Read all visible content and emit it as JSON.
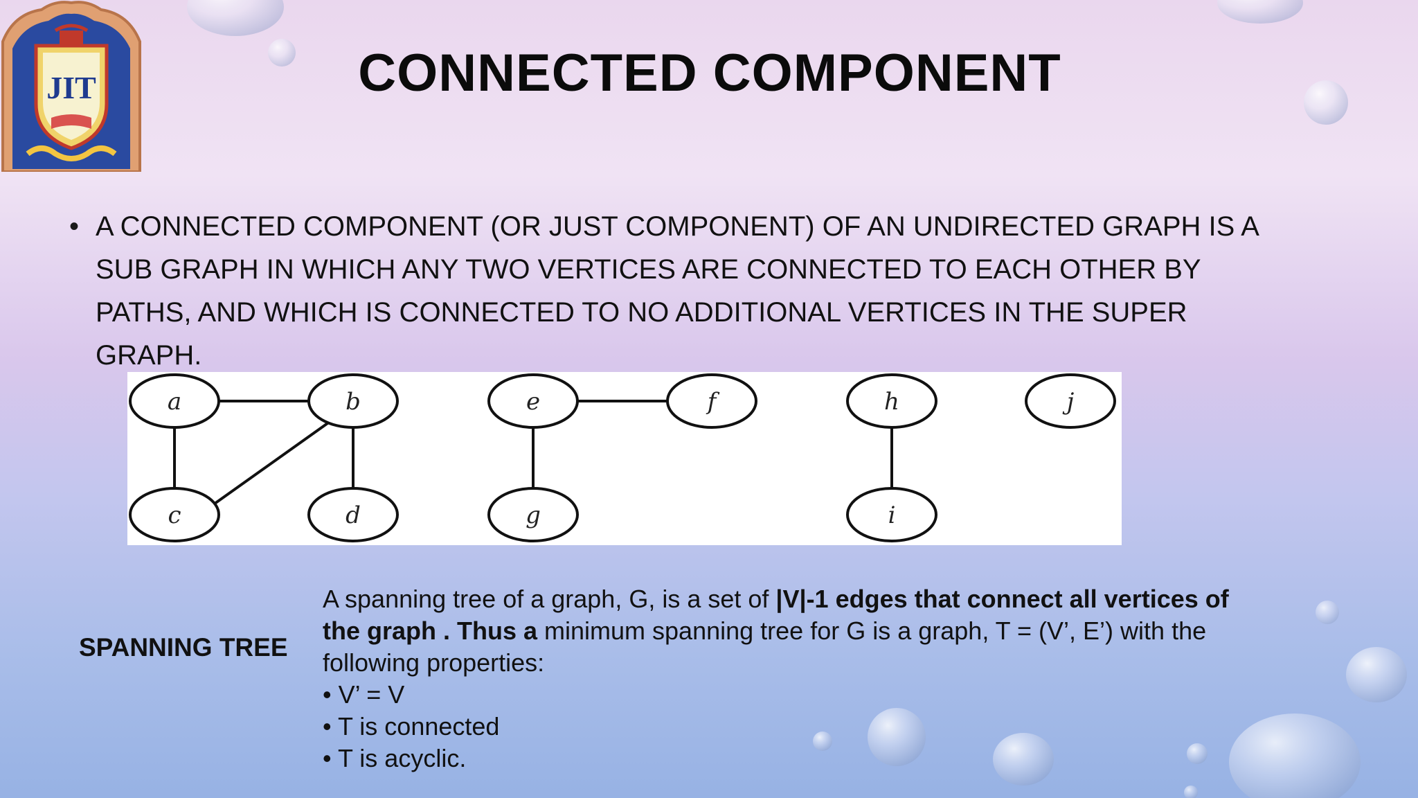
{
  "slide": {
    "title": "CONNECTED COMPONENT",
    "logo_text": "JIT",
    "bullet": {
      "line1": "A CONNECTED COMPONENT (OR JUST COMPONENT) OF AN UNDIRECTED GRAPH IS A",
      "line2": "SUB GRAPH IN WHICH ANY TWO VERTICES ARE CONNECTED TO EACH OTHER BY",
      "line3": "PATHS, AND WHICH IS CONNECTED TO NO ADDITIONAL VERTICES IN THE SUPER",
      "line4": "GRAPH."
    },
    "graph": {
      "nodes": [
        "a",
        "b",
        "c",
        "d",
        "e",
        "f",
        "g",
        "h",
        "i",
        "j"
      ],
      "edges": [
        [
          "a",
          "b"
        ],
        [
          "a",
          "c"
        ],
        [
          "b",
          "c"
        ],
        [
          "b",
          "d"
        ],
        [
          "e",
          "f"
        ],
        [
          "e",
          "g"
        ],
        [
          "h",
          "i"
        ]
      ]
    },
    "spanning_tree": {
      "label": "SPANNING TREE",
      "p1_normal": "A spanning tree of a graph, G, is a set of ",
      "p1_bold": "|V|-1 edges that connect all vertices of",
      "p2_bold": "the graph . Thus a",
      "p2_normal": " minimum spanning tree for G is a graph, T = (V’, E’) with the",
      "p3": "following properties:",
      "items": [
        "• V’ = V",
        "• T is connected",
        "• T is acyclic."
      ]
    }
  },
  "colors": {
    "bg_top": "#ead7ee",
    "bg_bottom": "#97b2e4",
    "text": "#111111",
    "logo_frame": "#e0a072",
    "logo_shield": "#1e3a8a"
  }
}
